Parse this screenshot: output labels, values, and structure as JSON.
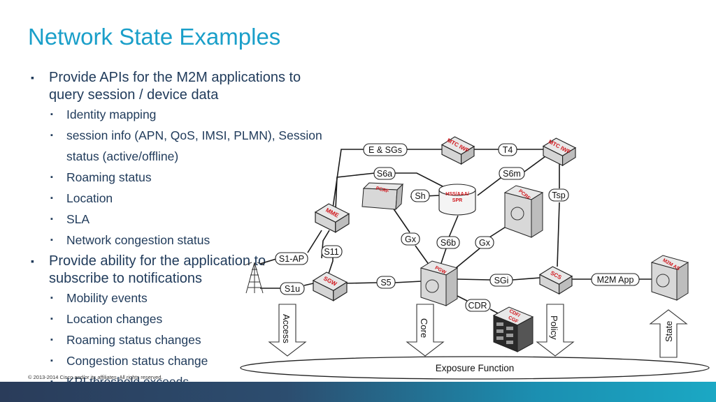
{
  "slide": {
    "title": "Network State Examples",
    "copyright": "© 2013-2014  Cisco and/or its affiliates. All rights reserved."
  },
  "bullets": {
    "apis": "Provide APIs for the M2M applications to query session / device data",
    "apis_items": [
      "Identity mapping",
      "session info (APN, QoS, IMSI, PLMN), Session status (active/offline)",
      "Roaming status",
      "Location",
      "SLA",
      "Network congestion status"
    ],
    "subscribe_line1": "Provide ability for the application to",
    "subscribe_line2": "subscribe to notifications",
    "subscribe_items": [
      "Mobility events",
      "Location changes",
      "Roaming status changes",
      "Congestion status change",
      "KPI threshold exceeds"
    ]
  },
  "diagram": {
    "nodes": {
      "mtc_iwf_1": "MTC IWF",
      "mtc_iwf_2": "MTC IWF",
      "pcrf_1": "PCRF",
      "pcrf_2": "PCRF",
      "hss_line1": "HSS/AAA/",
      "hss_line2": "SPR",
      "mme": "MME",
      "sgw": "SGW",
      "pgw": "PGW",
      "scs": "SCS",
      "m2m_as": "M2M AS",
      "cdf_line1": "CDF/",
      "cdf_line2": "CGF"
    },
    "interfaces": {
      "e_sgs": "E & SGs",
      "t4": "T4",
      "s6a": "S6a",
      "s6m": "S6m",
      "sh": "Sh",
      "tsp": "Tsp",
      "gx_1": "Gx",
      "s6b": "S6b",
      "gx_2": "Gx",
      "s1_ap": "S1-AP",
      "s11": "S11",
      "s1u": "S1u",
      "s5": "S5",
      "sgi": "SGi",
      "m2m_app": "M2M App",
      "cdr": "CDR"
    },
    "arrows": {
      "access": "Access",
      "core": "Core",
      "policy": "Policy",
      "state": "State"
    },
    "exposure_function": "Exposure Function"
  },
  "colors": {
    "title": "#1a9fc9",
    "node_label": "#d0141a",
    "text": "#1f3a5a"
  }
}
